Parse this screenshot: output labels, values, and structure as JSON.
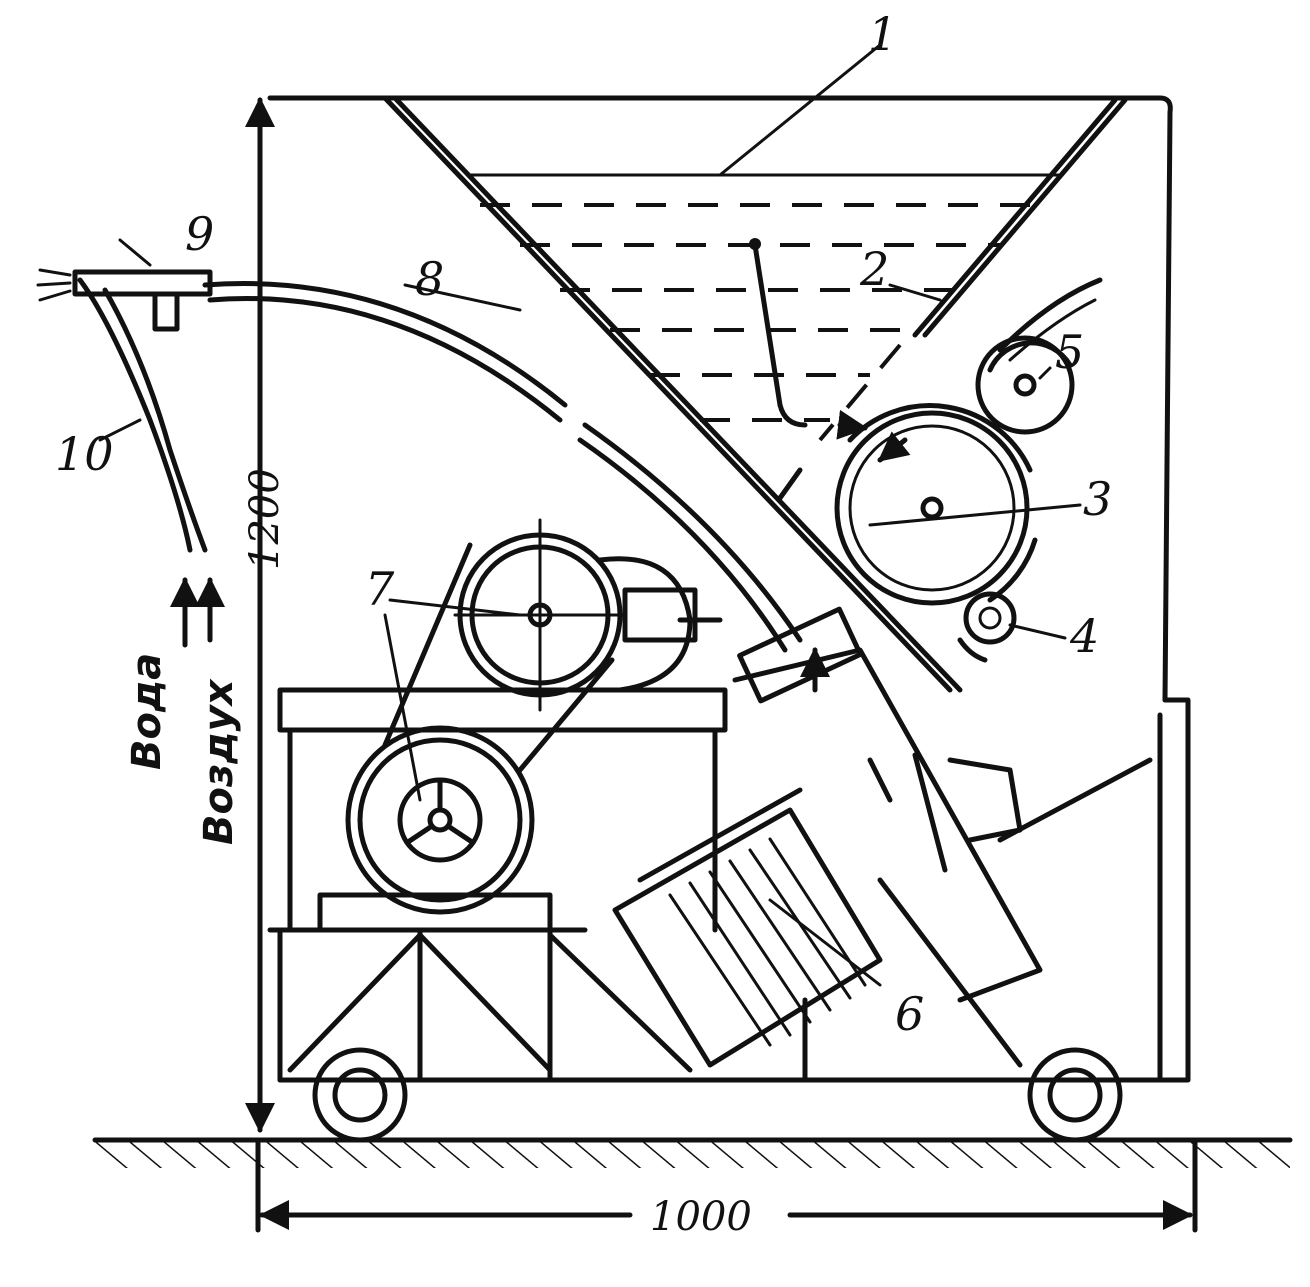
{
  "labels": {
    "l1": "1",
    "l2": "2",
    "l3": "3",
    "l4": "4",
    "l5": "5",
    "l6": "6",
    "l7": "7",
    "l8": "8",
    "l9": "9",
    "l10": "10"
  },
  "dimensions": {
    "height": "1200",
    "width": "1000"
  },
  "inputs": {
    "water": "Вода",
    "air": "Воздух"
  }
}
